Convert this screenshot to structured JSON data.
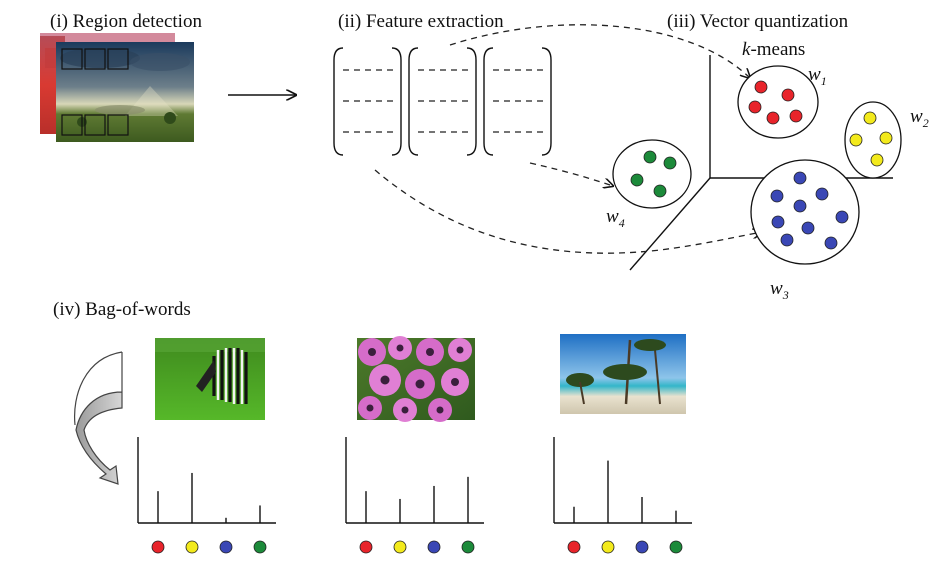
{
  "steps": {
    "region_detection": "(i) Region detection",
    "feature_extraction": "(ii) Feature extraction",
    "vector_quantization": "(iii) Vector quantization",
    "kmeans_k": "k",
    "kmeans_rest": "-means",
    "bag_of_words": "(iv) Bag-of-words"
  },
  "clusters": {
    "w1": {
      "base": "w",
      "sub": "1",
      "color": "#e8242b"
    },
    "w2": {
      "base": "w",
      "sub": "2",
      "color": "#f3ea1c"
    },
    "w3": {
      "base": "w",
      "sub": "3",
      "color": "#3a47b5"
    },
    "w4": {
      "base": "w",
      "sub": "4",
      "color": "#1c8a3a"
    }
  },
  "histograms": [
    {
      "image": "zebra",
      "values": [
        0.49,
        0.77,
        0.08,
        0.27
      ]
    },
    {
      "image": "flowers",
      "values": [
        0.49,
        0.37,
        0.57,
        0.71
      ]
    },
    {
      "image": "beach",
      "values": [
        0.25,
        0.96,
        0.4,
        0.19
      ]
    }
  ],
  "word_colors": [
    "#e8242b",
    "#f3ea1c",
    "#3a47b5",
    "#1c8a3a"
  ]
}
